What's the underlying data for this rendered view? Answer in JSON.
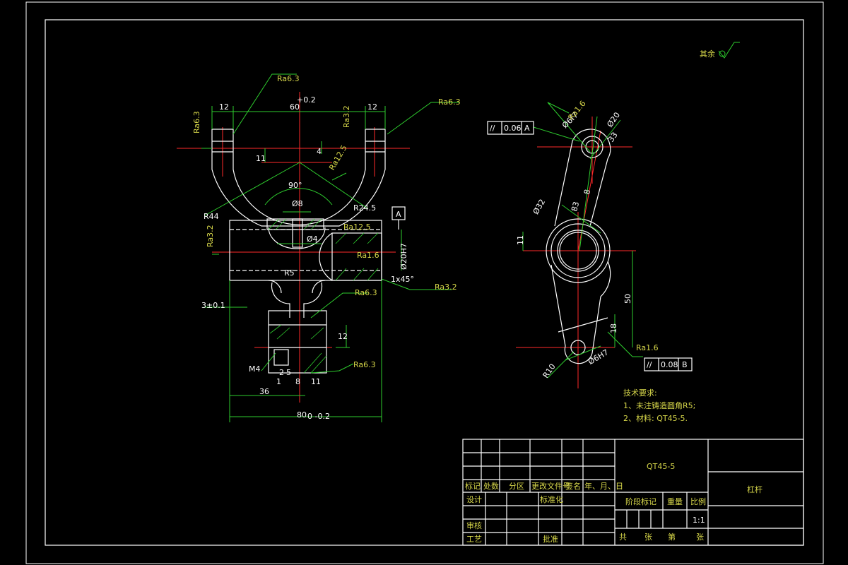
{
  "drawing": {
    "part_name": "杠杆",
    "material_box": "QT45-5",
    "roughness_other": "其余",
    "tech_req_title": "技术要求:",
    "tech_req_items": [
      "1、未注铸造圆角R5;",
      "2、材料: QT45-5."
    ]
  },
  "front_view": {
    "dims": {
      "top_tol": "+0.2",
      "d12_left": "12",
      "d60": "60",
      "d12_right": "12",
      "d4": "4",
      "d11": "11",
      "angle90": "90°",
      "d8": "Ø8",
      "d4h": "Ø4",
      "r44": "R44",
      "r24": "R24.5",
      "bore": "Ø20H7",
      "chamfer": "1x45°",
      "r5": "R5",
      "d3": "3±0.1",
      "d12v": "12",
      "m4": "M4",
      "d36": "36",
      "d1": "1",
      "d8b": "8",
      "d11b": "11",
      "d80": "80",
      "d80tol": "0 -0.2",
      "d2": "2",
      "d5": "5"
    },
    "roughness": [
      "Ra6.3",
      "Ra6.3",
      "Ra6.3",
      "Ra3.2",
      "Ra12.5",
      "Ra3.2",
      "Ra12.5",
      "Ra1.6",
      "Ra3.2",
      "Ra6.3",
      "Ra6.3"
    ],
    "datum_a": "A"
  },
  "side_view": {
    "dims": {
      "d6f7": "Ø6f7",
      "d20": "Ø20",
      "d33": "33",
      "d8": "8",
      "d83": "83",
      "d32": "Ø32",
      "d11": "11",
      "d50": "50",
      "d18": "18",
      "r10": "R10",
      "d6h7": "Ø6H7"
    },
    "roughness": [
      "Ra1.6",
      "Ra1.6"
    ],
    "tol_a": {
      "sym": "//",
      "val": "0.06",
      "ref": "A"
    },
    "tol_b": {
      "sym": "//",
      "val": "0.08",
      "ref": "B"
    }
  },
  "title_block": {
    "labels": {
      "mark": "标记",
      "count": "处数",
      "zone": "分区",
      "doc": "更改文件号",
      "sign": "签名",
      "date": "年、月、日",
      "design": "设计",
      "standard": "标准化",
      "stage": "阶段标记",
      "weight": "重量",
      "scale": "比例",
      "review": "审核",
      "process": "工艺",
      "approve": "批准",
      "total": "共",
      "sheets": "张",
      "page": "第",
      "sheet2": "张"
    },
    "scale_value": "1:1"
  },
  "colors": {
    "green": "#2ecc2e",
    "white": "#ffffff",
    "red": "#ff2a2a",
    "yellow": "#d8d84a"
  }
}
